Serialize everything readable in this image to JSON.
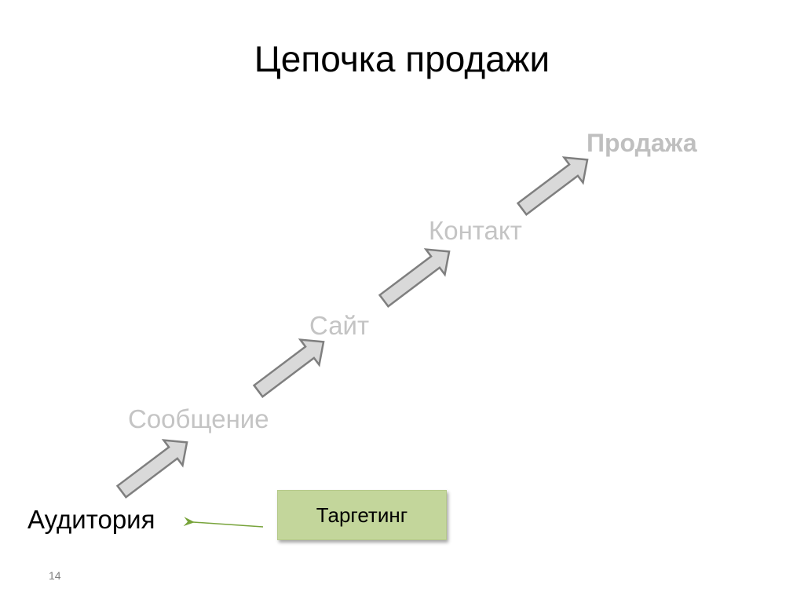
{
  "slide": {
    "title": "Цепочка продажи",
    "page_number": "14"
  },
  "steps": [
    {
      "label": "Аудитория"
    },
    {
      "label": "Сообщение"
    },
    {
      "label": "Сайт"
    },
    {
      "label": "Контакт"
    },
    {
      "label": "Продажа"
    }
  ],
  "targeting": {
    "label": "Таргетинг"
  },
  "colors": {
    "arrow_fill": "#d9d9d9",
    "arrow_stroke": "#7f7f7f",
    "muted_text": "#c4c4c4",
    "targeting_fill": "#c3d69b",
    "pointer_arrow": "#77a33a"
  }
}
